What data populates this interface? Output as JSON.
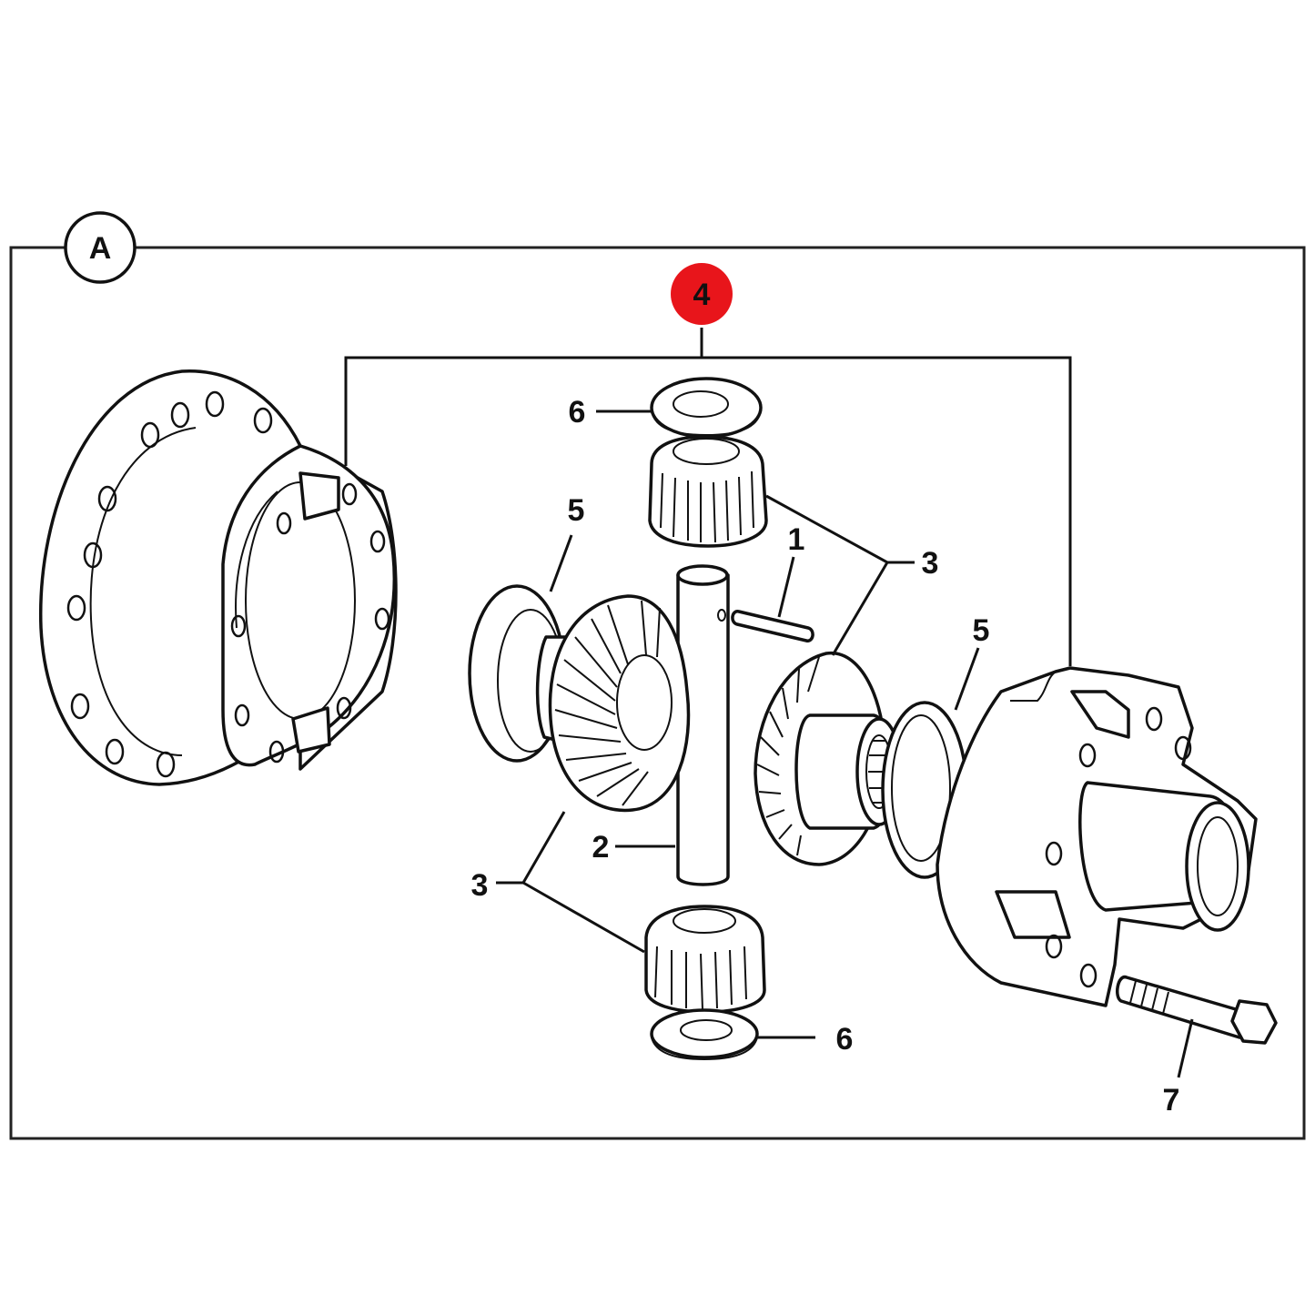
{
  "section": {
    "letter": "A"
  },
  "highlight": {
    "number": "4",
    "color": "#e8151b"
  },
  "callouts": {
    "washer_top": "6",
    "washer_bottom": "6",
    "pin_small": "1",
    "shaft": "2",
    "gears_right": "3",
    "gears_left": "3",
    "thrust_left": "5",
    "thrust_right": "5",
    "bolt": "7"
  },
  "colors": {
    "line": "#111111",
    "frame": "#222222",
    "background": "#ffffff"
  }
}
